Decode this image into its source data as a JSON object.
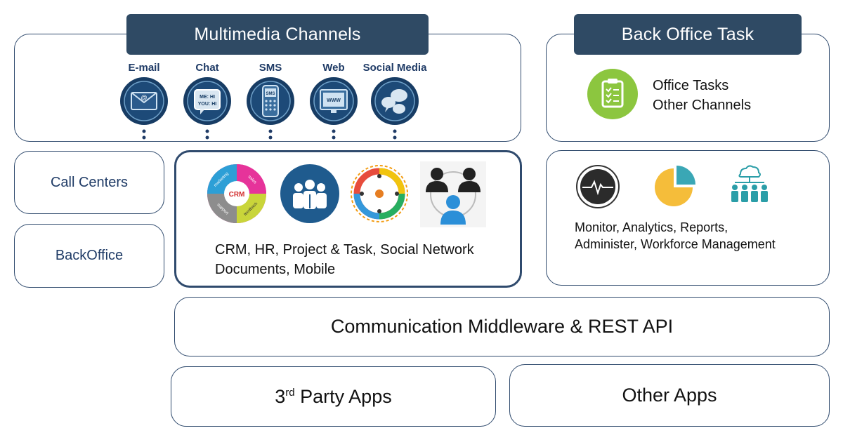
{
  "multimedia": {
    "title": "Multimedia Channels",
    "channels": [
      {
        "label": "E-mail",
        "icon": "envelope-icon"
      },
      {
        "label": "Chat",
        "icon": "chat-bubble-icon"
      },
      {
        "label": "SMS",
        "icon": "phone-icon"
      },
      {
        "label": "Web",
        "icon": "monitor-icon"
      },
      {
        "label": "Social Media",
        "icon": "speech-bubbles-icon"
      }
    ],
    "chat_icon_text": [
      "ME: HI",
      "YOU: HI"
    ],
    "sms_icon_text": "SMS",
    "web_icon_text": "WWW"
  },
  "back_office_task": {
    "title": "Back Office Task",
    "lines": [
      "Office Tasks",
      "Other Channels"
    ],
    "icon": "clipboard-checklist-icon"
  },
  "left": {
    "call_centers": "Call Centers",
    "backoffice": "BackOffice"
  },
  "center": {
    "crm_wheel": {
      "center": "CRM",
      "segments": [
        "marketing",
        "sales",
        "feedback",
        "support"
      ]
    },
    "icons": [
      "crm-wheel-icon",
      "team-icon",
      "gear-network-icon",
      "social-network-icon"
    ],
    "lines": [
      "CRM, HR, Project & Task, Social Network",
      "Documents, Mobile"
    ]
  },
  "right": {
    "icons": [
      "pulse-monitor-icon",
      "pie-chart-icon",
      "cloud-team-icon"
    ],
    "lines": [
      "Monitor, Analytics, Reports,",
      "Administer, Workforce Management"
    ]
  },
  "middleware": "Communication Middleware & REST API",
  "third_party": {
    "prefix": "3",
    "sup": "rd",
    "suffix": " Party Apps"
  },
  "other_apps": "Other Apps",
  "colors": {
    "header": "#2f4a64",
    "border": "#2f4a6d",
    "channel_circle": "#173c64",
    "green": "#8cc63f",
    "pie_yellow": "#f5bd3a",
    "pie_teal": "#3aa7b5",
    "teal": "#2b9ea8",
    "avatar_blue": "#2b8fd8"
  }
}
